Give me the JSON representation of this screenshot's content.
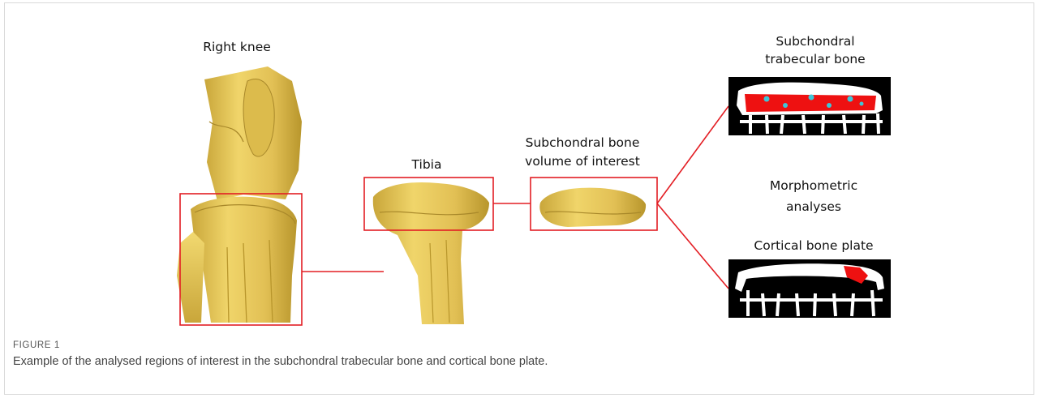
{
  "labels": {
    "right_knee": "Right knee",
    "tibia": "Tibia",
    "voi_line1": "Subchondral bone",
    "voi_line2": "volume of interest",
    "trab_line1": "Subchondral",
    "trab_line2": "trabecular bone",
    "morph_line1": "Morphometric",
    "morph_line2": "analyses",
    "cortical": "Cortical bone plate"
  },
  "figure_label": "FIGURE 1",
  "caption": "Example of the analysed regions of interest in the subchondral trabecular bone and cortical bone plate.",
  "colors": {
    "bone": "#e8c85a",
    "bone_shadow": "#b8962c",
    "frame_red": "#e31e24",
    "roi_red": "#ee1111",
    "roi_cyan": "#3ec6d8"
  }
}
